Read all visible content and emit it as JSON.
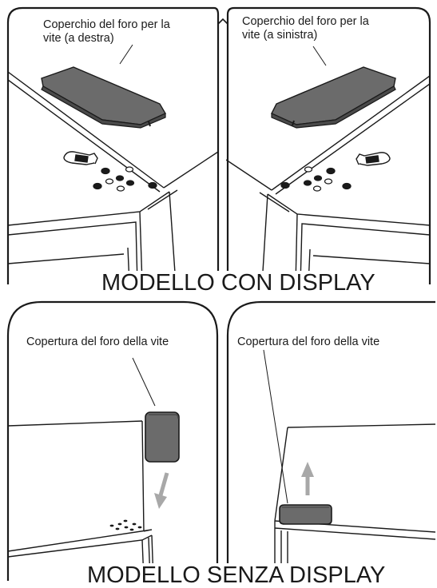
{
  "top": {
    "left_label_line1": "Coperchio del foro per la",
    "left_label_line2": "vite (a destra)",
    "right_label_line1": "Coperchio del foro per la",
    "right_label_line2": "vite (a sinistra)",
    "title": "MODELLO CON DISPLAY"
  },
  "bottom": {
    "left_label": "Copertura del foro della vite",
    "right_label": "Copertura del foro della vite",
    "title": "MODELLO SENZA DISPLAY"
  },
  "colors": {
    "line": "#1a1a1a",
    "cover_fill": "#6b6b6b",
    "cover_dark": "#4a4a4a",
    "arrow": "#a8a8a8",
    "background": "#ffffff"
  }
}
